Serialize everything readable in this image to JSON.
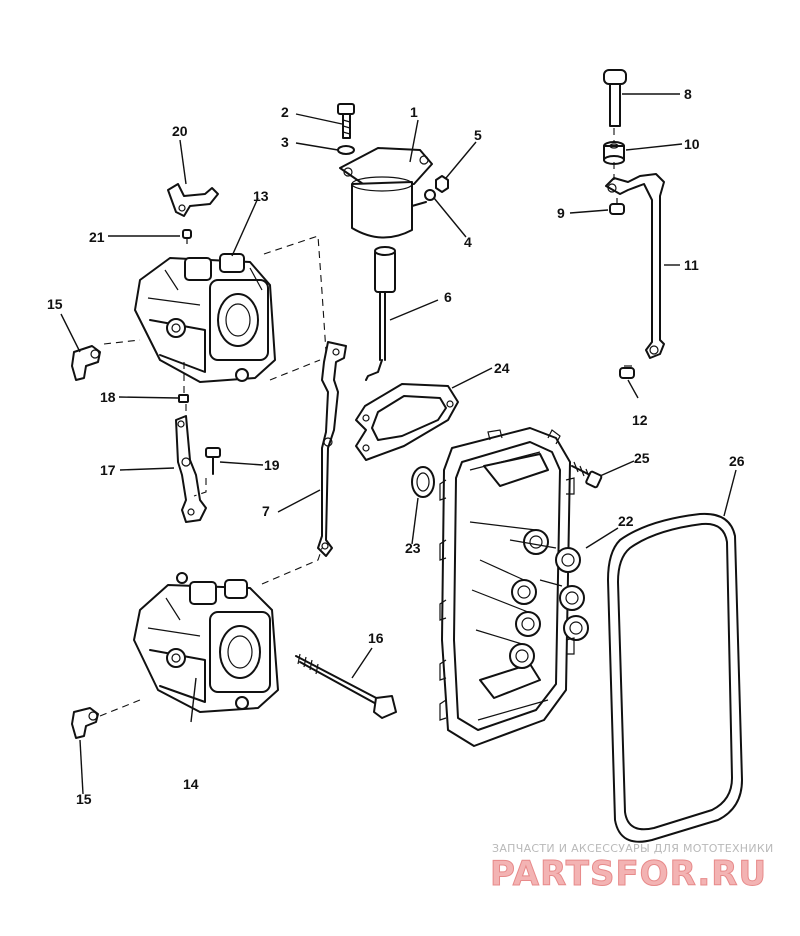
{
  "callouts": [
    "1",
    "2",
    "3",
    "4",
    "5",
    "6",
    "7",
    "8",
    "9",
    "10",
    "11",
    "12",
    "13",
    "14",
    "15",
    "15",
    "16",
    "17",
    "18",
    "19",
    "20",
    "21",
    "22",
    "23",
    "24",
    "25",
    "26"
  ],
  "watermark": {
    "tagline": "ЗАПЧАСТИ И АКСЕССУАРЫ ДЛЯ МОТОТЕХНИКИ",
    "logo": "PARTSFOR.RU",
    "logo_color": "#f3b3b3"
  }
}
